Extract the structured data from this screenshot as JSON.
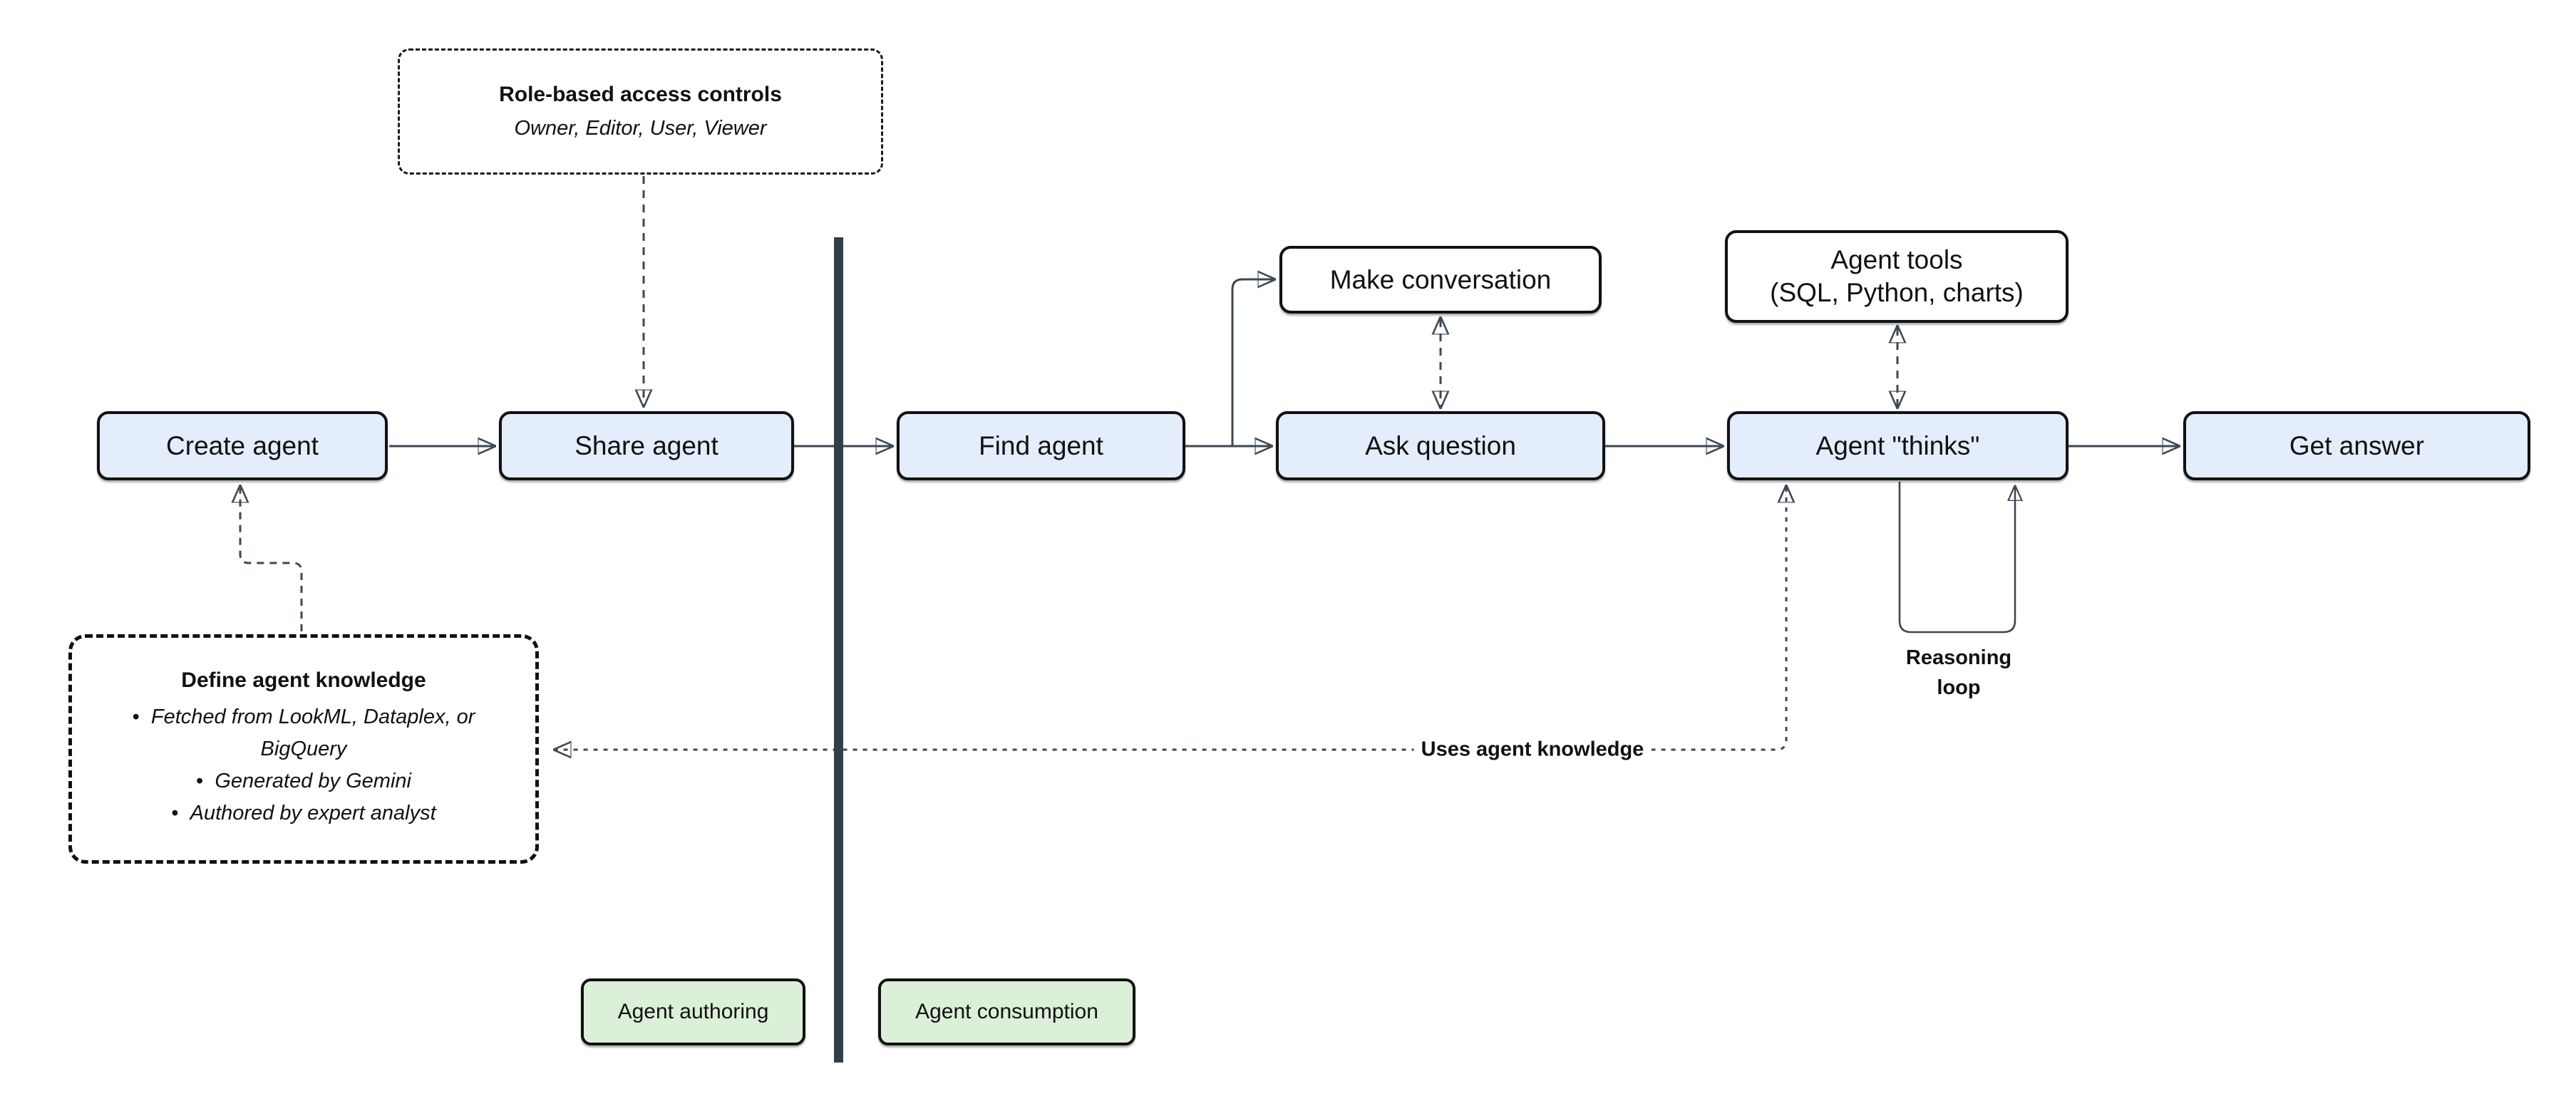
{
  "diagram": {
    "nodes": {
      "create_agent": {
        "label": "Create agent"
      },
      "share_agent": {
        "label": "Share agent"
      },
      "find_agent": {
        "label": "Find agent"
      },
      "make_conversation": {
        "label": "Make conversation"
      },
      "ask_question": {
        "label": "Ask question"
      },
      "agent_tools": {
        "lines": [
          "Agent tools",
          "(SQL, Python, charts)"
        ]
      },
      "agent_thinks": {
        "label": "Agent \"thinks\""
      },
      "get_answer": {
        "label": "Get answer"
      }
    },
    "notes": {
      "role_based": {
        "title": "Role-based access controls",
        "subtitle": "Owner, Editor, User, Viewer"
      },
      "define_knowledge": {
        "title": "Define agent knowledge",
        "bullets": [
          "Fetched from LookML, Dataplex, or BigQuery",
          "Generated by Gemini",
          "Authored by expert analyst"
        ]
      }
    },
    "edge_labels": {
      "uses_agent_knowledge": "Uses agent knowledge",
      "reasoning_loop": "Reasoning loop"
    },
    "zones": {
      "authoring": "Agent authoring",
      "consumption": "Agent consumption"
    },
    "colors": {
      "node_fill_blue": "#e4edfb",
      "node_fill_white": "#ffffff",
      "zone_fill_green": "#dcefd8",
      "node_border": "#121212",
      "connector": "#3d4852",
      "divider": "#333e48"
    }
  }
}
